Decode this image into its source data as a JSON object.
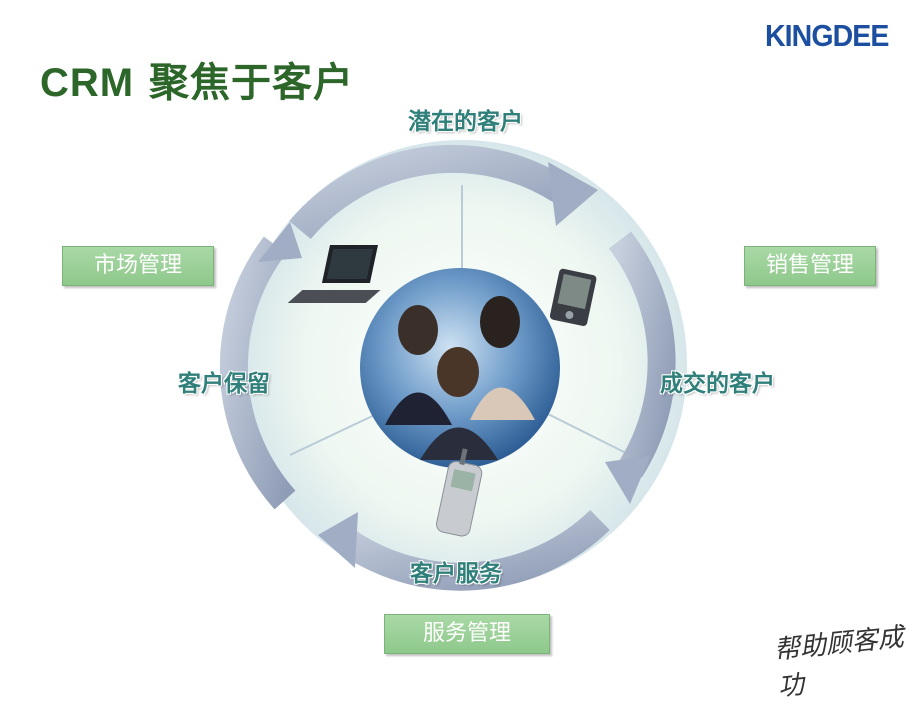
{
  "brand": {
    "logo_text": "KINGDEE",
    "slogan": "帮助顾客成功"
  },
  "title": {
    "prefix": "CRM",
    "main": "聚焦于客户"
  },
  "cycle_labels": {
    "top": "潜在的客户",
    "right": "成交的客户",
    "bottom": "客户服务",
    "left": "客户保留"
  },
  "modules": {
    "left": "市场管理",
    "right": "销售管理",
    "bottom": "服务管理"
  },
  "colors": {
    "title": "#2c6629",
    "logo": "#1d4fa0",
    "cycle_label": "#2f7f7a",
    "module_box": "#9ed09b",
    "arrow": "#a7b2c8"
  },
  "icons": [
    "laptop-icon",
    "pda-icon",
    "mobile-phone-icon",
    "customers-photo"
  ]
}
